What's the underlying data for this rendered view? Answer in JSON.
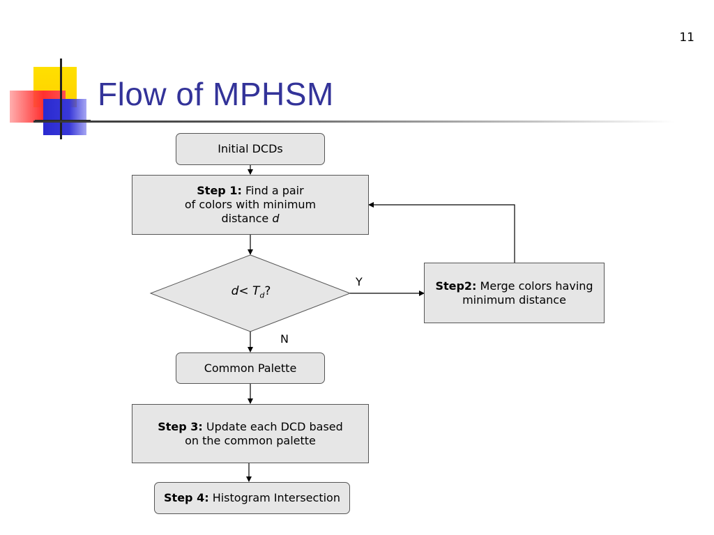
{
  "slide": {
    "number": "11",
    "title": "Flow of MPHSM"
  },
  "flow": {
    "initial": "Initial DCDs",
    "step1": {
      "bold": "Step 1:",
      "text_a": "Find a pair",
      "text_b": "of colors with minimum",
      "text_c": "distance ",
      "var": "d"
    },
    "decision": {
      "var_d": "d",
      "op": "<",
      "var_t": "T",
      "sub": "d",
      "q": "?"
    },
    "yes_label": "Y",
    "no_label": "N",
    "step2": {
      "bold": "Step2:",
      "text_a": "Merge colors having",
      "text_b": "minimum distance"
    },
    "palette": "Common Palette",
    "step3": {
      "bold": "Step 3:",
      "text_a": "Update each DCD based",
      "text_b": "on the common palette"
    },
    "step4": {
      "bold": "Step 4:",
      "text": "Histogram Intersection"
    }
  }
}
